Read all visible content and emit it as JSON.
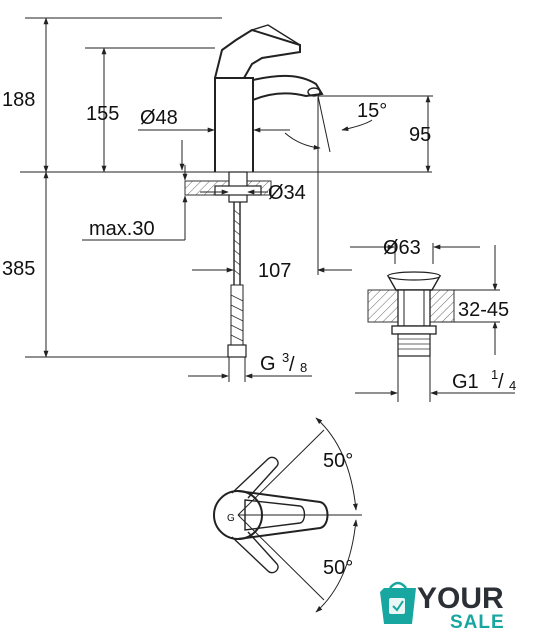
{
  "dimensions": {
    "height_total": "188",
    "height_spout": "155",
    "body_diameter": "Ø48",
    "spout_angle": "15°",
    "spout_height": "95",
    "hole_diameter": "Ø34",
    "max_thickness": "max.30",
    "hose_length": "385",
    "spout_reach": "107",
    "drain_diameter": "Ø63",
    "drain_range": "32-45",
    "thread_hose_prefix": "G",
    "thread_hose_num": "3",
    "thread_hose_den": "8",
    "thread_drain_prefix": "G1",
    "thread_drain_num": "1",
    "thread_drain_den": "4",
    "lever_angle_top": "50°",
    "lever_angle_bottom": "50°"
  },
  "logo": {
    "line1": "YOUR",
    "line2": "SALE",
    "colors": {
      "teal": "#18a7a0",
      "dark": "#2b2f36"
    }
  }
}
